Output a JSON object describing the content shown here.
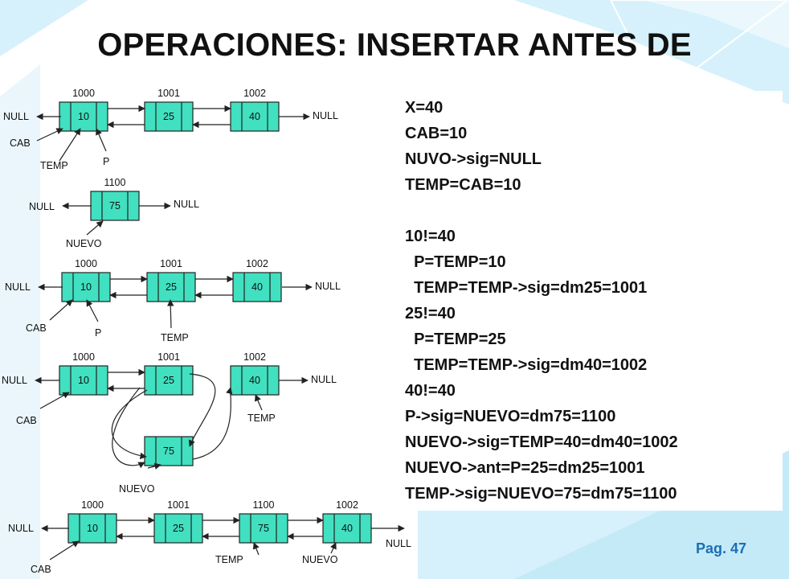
{
  "title": "OPERACIONES: INSERTAR ANTES DE",
  "page_label": "Pag. 47",
  "colors": {
    "node_fill": "#40e0c0",
    "node_stroke": "#222222",
    "accent_blue": "#1b6fb5",
    "bg_light": "#d6f1fb"
  },
  "diagram": {
    "row1": {
      "addresses": [
        "1000",
        "1001",
        "1002"
      ],
      "values": [
        "10",
        "25",
        "40"
      ],
      "labels": [
        "NULL",
        "NULL",
        "CAB",
        "TEMP",
        "P"
      ]
    },
    "row2": {
      "address": "1100",
      "value": "75",
      "labels": [
        "NULL",
        "NULL",
        "NUEVO"
      ]
    },
    "row3": {
      "addresses": [
        "1000",
        "1001",
        "1002"
      ],
      "values": [
        "10",
        "25",
        "40"
      ],
      "labels": [
        "NULL",
        "NULL",
        "CAB",
        "P",
        "TEMP"
      ]
    },
    "row4": {
      "addresses": [
        "1000",
        "1001",
        "1002"
      ],
      "values": [
        "10",
        "25",
        "40",
        "75"
      ],
      "labels": [
        "NULL",
        "NULL",
        "CAB",
        "TEMP",
        "NUEVO"
      ]
    },
    "row5": {
      "addresses": [
        "1000",
        "1001",
        "1100",
        "1002"
      ],
      "values": [
        "10",
        "25",
        "75",
        "40"
      ],
      "labels": [
        "NULL",
        "NULL",
        "CAB",
        "TEMP",
        "NUEVO"
      ]
    }
  },
  "code_lines": [
    "X=40",
    "CAB=10",
    "NUVO->sig=NULL",
    "TEMP=CAB=10",
    "",
    "10!=40",
    "  P=TEMP=10",
    "  TEMP=TEMP->sig=dm25=1001",
    "25!=40",
    "  P=TEMP=25",
    "  TEMP=TEMP->sig=dm40=1002",
    "40!=40",
    "P->sig=NUEVO=dm75=1100",
    "NUEVO->sig=TEMP=40=dm40=1002",
    "NUEVO->ant=P=25=dm25=1001",
    "TEMP->sig=NUEVO=75=dm75=1100"
  ]
}
